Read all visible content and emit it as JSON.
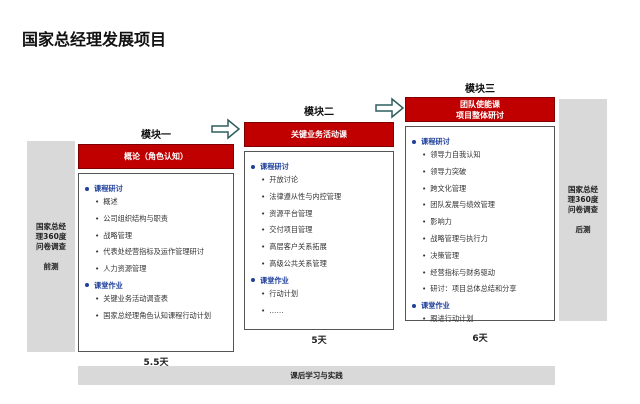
{
  "title": "国家总经理发展项目",
  "pre": {
    "lines": [
      "国家总经",
      "理360度",
      "问卷调查"
    ],
    "tag": "前测"
  },
  "post": {
    "lines": [
      "国家总经",
      "理360度",
      "问卷调查"
    ],
    "tag": "后测"
  },
  "modules": [
    {
      "label": "模块一",
      "header": [
        "概论（角色认知）"
      ],
      "days": "5.5天",
      "sections": [
        {
          "title": "课程研讨",
          "items": [
            "概述",
            "公司组织结构与职责",
            "战略管理",
            "代表处经营指标及运作管理研讨",
            "人力资源管理"
          ]
        },
        {
          "title": "课堂作业",
          "items": [
            "关键业务活动调查表",
            "国家总经理角色认知课程行动计划"
          ]
        }
      ]
    },
    {
      "label": "模块二",
      "header": [
        "关键业务活动课"
      ],
      "days": "5天",
      "sections": [
        {
          "title": "课程研讨",
          "items": [
            "开放讨论",
            "法律遵从性与内控管理",
            "资源平台管理",
            "交付项目管理",
            "高层客户关系拓展",
            "高级公共关系管理"
          ]
        },
        {
          "title": "课堂作业",
          "items": [
            "行动计划",
            "……"
          ]
        }
      ]
    },
    {
      "label": "模块三",
      "header": [
        "团队使能课",
        "项目整体研讨"
      ],
      "days": "6天",
      "sections": [
        {
          "title": "课程研讨",
          "items": [
            "领导力自我认知",
            "领导力突破",
            "跨文化管理",
            "团队发展与绩效管理",
            "影响力",
            "战略管理与执行力",
            "决策管理",
            "经营指标与财务驱动",
            "研讨：项目总体总结和分享"
          ]
        },
        {
          "title": "课堂作业",
          "items": [
            "跟进行动计划"
          ]
        }
      ]
    }
  ],
  "footer": "课后学习与实践",
  "colors": {
    "red": "#c00000",
    "blue": "#1f3f99",
    "gray": "#d9d9d9"
  }
}
